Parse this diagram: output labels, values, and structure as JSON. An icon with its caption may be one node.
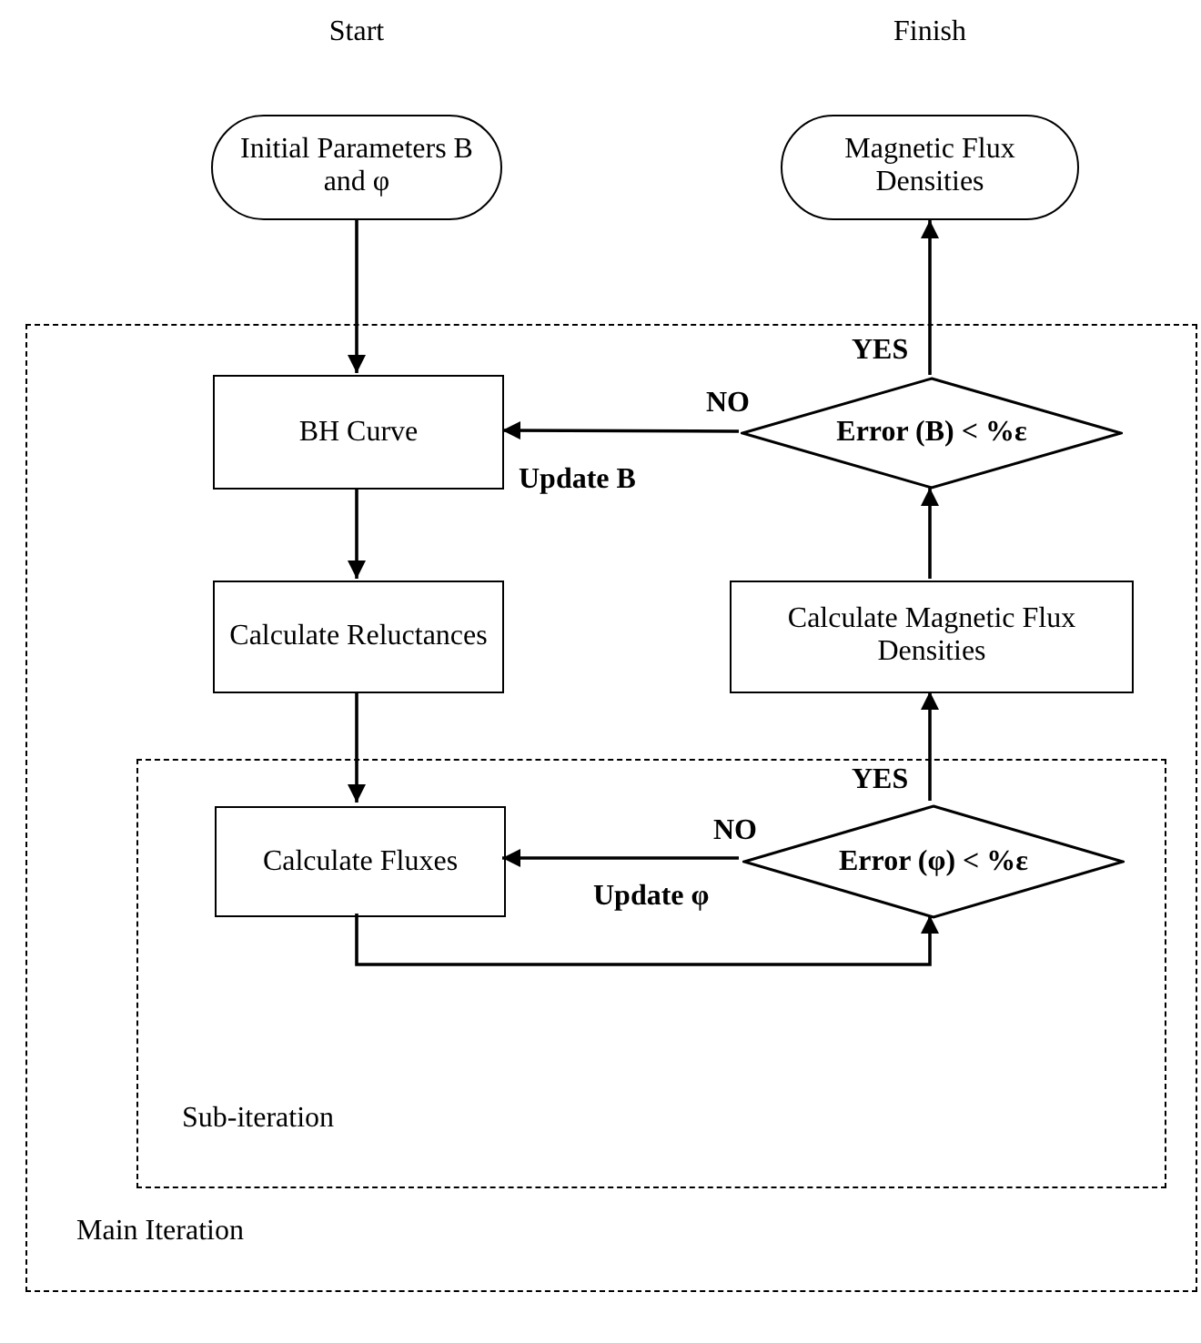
{
  "diagram": {
    "nodes": [
      {
        "text": [
          "Main Iteration"
        ]
      },
      {
        "text": [
          "Sub-iteration"
        ],
        "in": 0
      },
      {
        "text": [
          "Initial Parameters B and φ"
        ],
        "beside": [
          "Start"
        ]
      },
      {
        "text": [
          "Magnetic Flux Densities"
        ],
        "beside": [
          "Finish"
        ]
      },
      {
        "text": [
          "BH Curve"
        ],
        "in": 0
      },
      {
        "text": [
          "Error (B) < %ε"
        ],
        "in": 0
      },
      {
        "text": [
          "Calculate Reluctances"
        ],
        "in": 0
      },
      {
        "text": [
          "Calculate Magnetic Flux Densities"
        ],
        "in": 0
      },
      {
        "text": [
          "Calculate Fluxes"
        ],
        "in": 1
      },
      {
        "text": [
          "Error (φ) < %ε"
        ],
        "in": 1
      }
    ],
    "edges": [
      {
        "from": 2,
        "to": 4,
        "arrow": "to"
      },
      {
        "from": 4,
        "to": 6,
        "arrow": "to"
      },
      {
        "from": 6,
        "to": 8,
        "arrow": "to"
      },
      {
        "from": 8,
        "to": 9,
        "arrow": "to"
      },
      {
        "from": 9,
        "to": 8,
        "arrow": "to",
        "label": "NO"
      },
      {
        "from": 9,
        "to": 7,
        "arrow": "to",
        "label": "YES"
      },
      {
        "from": 7,
        "to": 5,
        "arrow": "to"
      },
      {
        "from": 5,
        "to": 3,
        "arrow": "to",
        "label": "YES"
      },
      {
        "from": 5,
        "to": 4,
        "arrow": "to",
        "label": "NO"
      }
    ],
    "labels": [
      "Update B",
      "Update φ"
    ]
  }
}
